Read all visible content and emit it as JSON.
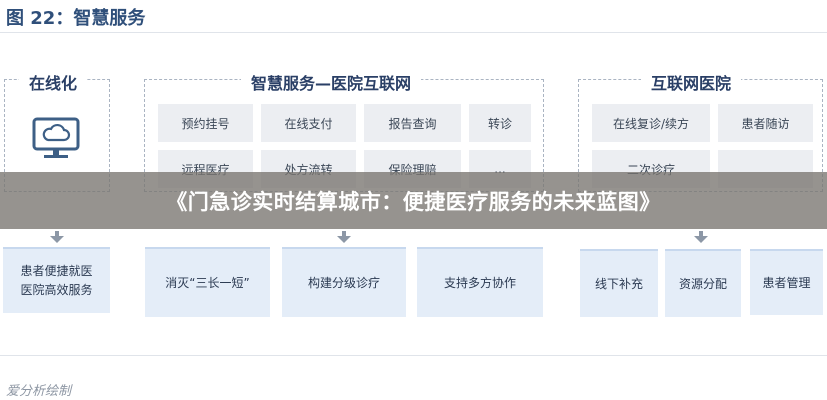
{
  "figure_title": "图 22：智慧服务",
  "panels": {
    "online": {
      "title": "在线化"
    },
    "hospital": {
      "title": "智慧服务—医院互联网",
      "items": [
        "预约挂号",
        "在线支付",
        "报告查询",
        "转诊",
        "远程医疗",
        "处方流转",
        "保险理赔",
        "..."
      ]
    },
    "internet": {
      "title": "互联网医院",
      "items": [
        "在线复诊/续方",
        "患者随访",
        "二次诊疗"
      ]
    }
  },
  "results": [
    {
      "line1": "患者便捷就医",
      "line2": "医院高效服务"
    },
    {
      "line1": "消灭“三长一短”",
      "line2": ""
    },
    {
      "line1": "构建分级诊疗",
      "line2": ""
    },
    {
      "line1": "支持多方协作",
      "line2": ""
    },
    {
      "line1": "线下补充",
      "line2": ""
    },
    {
      "line1": "资源分配",
      "line2": ""
    },
    {
      "line1": "患者管理",
      "line2": ""
    }
  ],
  "banner": {
    "text": "《门急诊实时结算城市：便捷医疗服务的未来蓝图》"
  },
  "source": "爱分析绘制",
  "icons": {
    "online": "cloud-monitor-icon"
  },
  "colors": {
    "accent": "#2f4f7a",
    "cell_bg": "#eceef2",
    "result_bg": "#e4edf8",
    "icon": "#3d5f86"
  }
}
